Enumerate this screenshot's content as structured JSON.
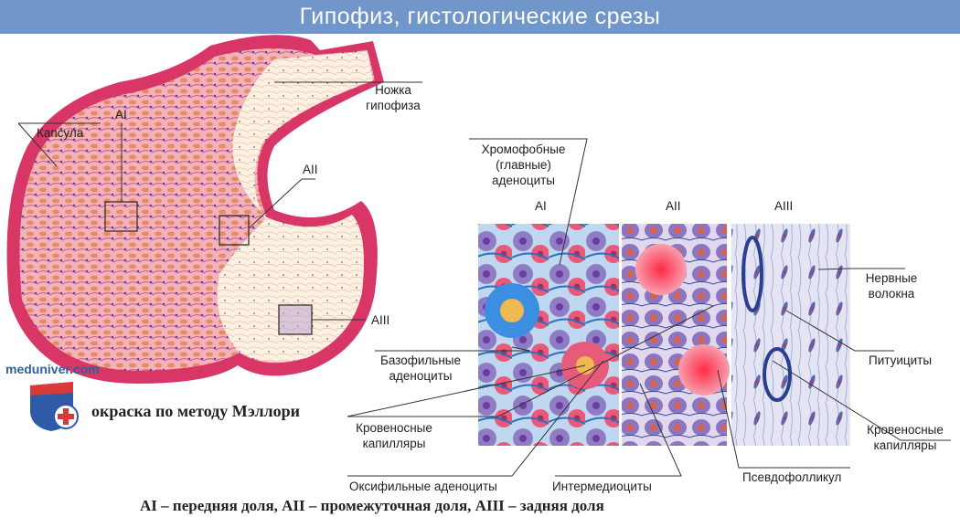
{
  "title": "Гипофиз, гистологические срезы",
  "overview_labels": {
    "stalk": [
      "Ножка",
      "гипофиза"
    ],
    "capsule": "Капсула",
    "ai": "AI",
    "aii": "AII",
    "aiii": "AIII"
  },
  "detail_labels": {
    "chromophobe": [
      "Хромофобные",
      "(главные)",
      "аденоциты"
    ],
    "panel_ai": "AI",
    "panel_aii": "AII",
    "panel_aiii": "AIII",
    "nerve_fibers": [
      "Нервные",
      "волокна"
    ],
    "basophil": [
      "Базофильные",
      "аденоциты"
    ],
    "pituicytes": "Питуициты",
    "capillaries_left": [
      "Кровеносные",
      "капилляры"
    ],
    "capillaries_right": [
      "Кровеносные",
      "капилляры"
    ],
    "oxyphil": "Оксифильные аденоциты",
    "intermediocytes": "Интермедиоциты",
    "pseudofollicle": "Псевдофолликул"
  },
  "stain_caption": "окраска по методу Мэллори",
  "watermark": "meduniver.com",
  "bottom_caption": "AI – передняя доля, AII – промежуточная доля, AIII – задняя доля",
  "colors": {
    "title_bar": "#7196c9",
    "capsule": "#d9336a",
    "anterior": "#f0a0b0",
    "posterior": "#fbeee0"
  }
}
